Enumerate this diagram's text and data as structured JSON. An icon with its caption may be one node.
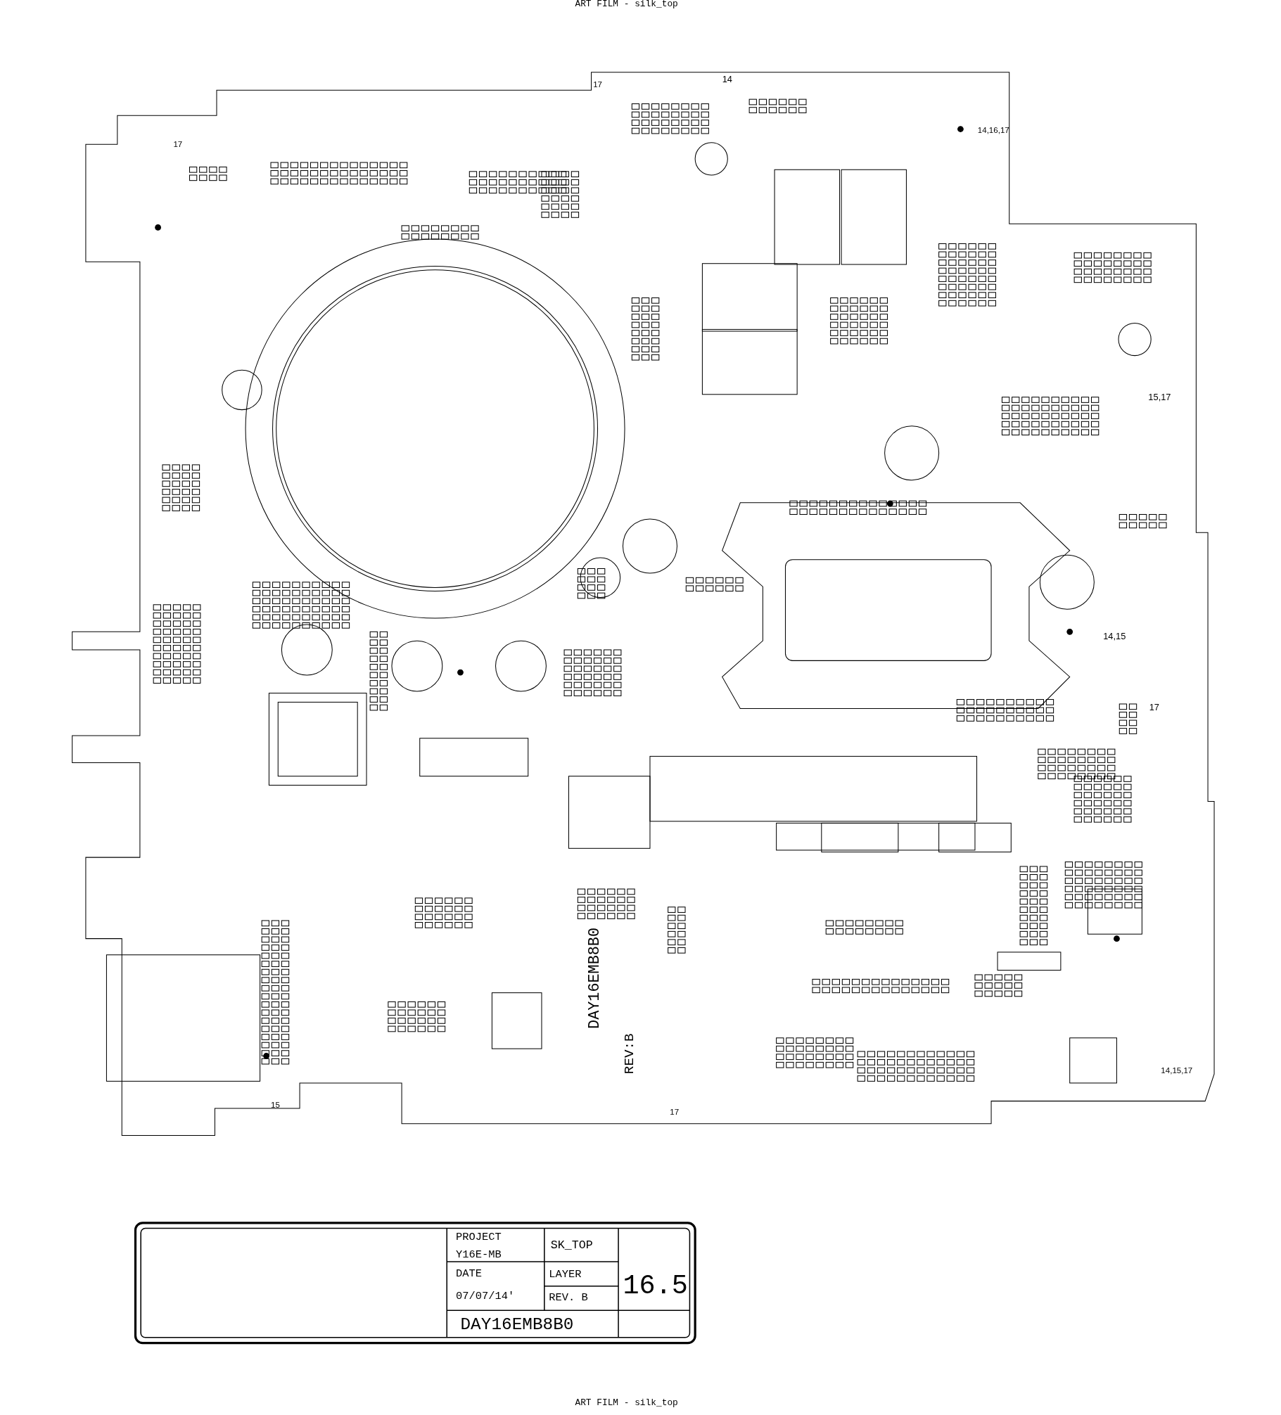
{
  "diagram": {
    "labels": [
      "ART FILM - silk_top",
      "14",
      "17",
      "17",
      "14,16,17",
      "15,17",
      "14,15",
      "17",
      "14,15,17",
      "15",
      "17",
      "DAY16EMB8B0",
      "REV:B",
      "PROJECT",
      "Y16E-MB",
      "SK_TOP",
      "DATE",
      "07/07/14'",
      "LAYER",
      "REV. B",
      "16.5",
      "DAY16EMB8B0",
      "ART FILM - silk_top"
    ]
  }
}
